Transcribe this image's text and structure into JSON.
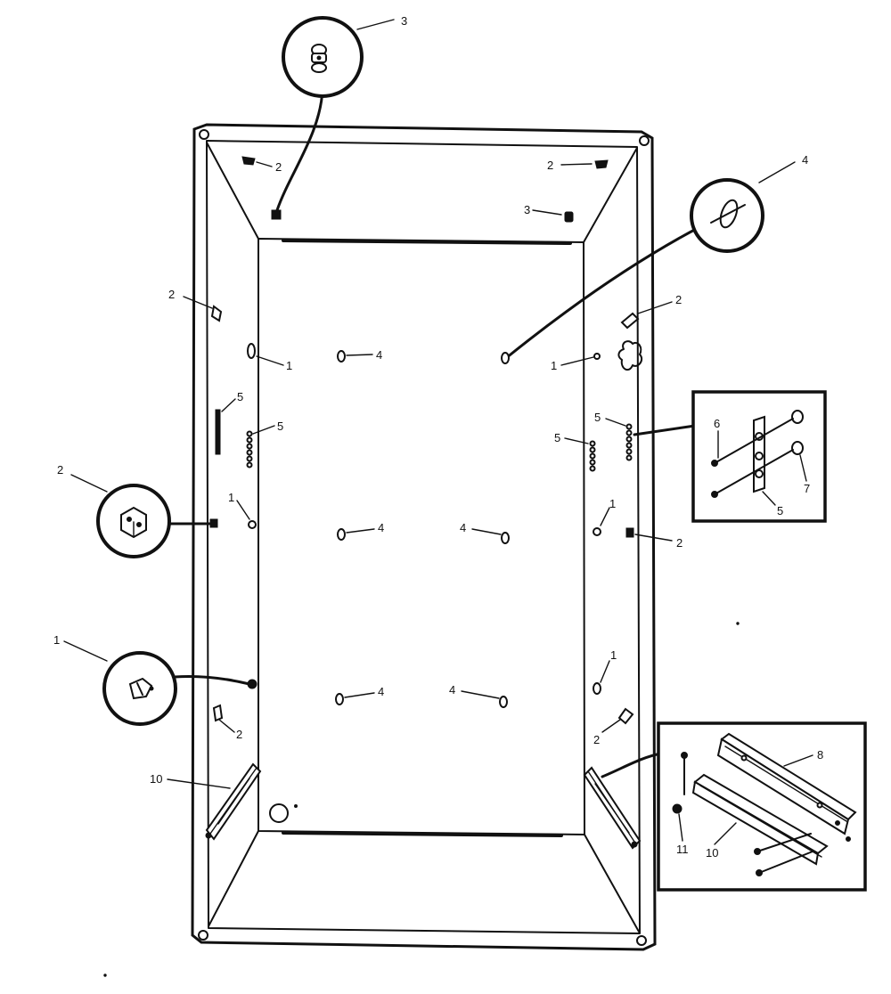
{
  "callouts": {
    "top_circle": "3",
    "right_circle": "4",
    "left_upper_circle": "2",
    "left_lower_circle": "1"
  },
  "top_panel": {
    "left_clip": "2",
    "right_clip": "2",
    "plug": "3"
  },
  "left_panel": {
    "clip_upper": "2",
    "hinge_upper": "1",
    "strip": "5",
    "strip_b": "5",
    "hinge_mid": "1",
    "clip_lower": "2",
    "rail": "10"
  },
  "back_panel": {
    "row1_left": "4",
    "row2_left": "4",
    "row2_right": "4",
    "row3_left": "4",
    "row3_right": "4"
  },
  "right_panel": {
    "clip_upper": "2",
    "hinge_upper": "1",
    "strip_a": "5",
    "strip_b": "5",
    "hinge_mid": "1",
    "clip_mid": "2",
    "hinge_lower": "1",
    "clip_lower": "2"
  },
  "inset_strip": {
    "screw_top": "6",
    "stud_right": "7",
    "strip": "5"
  },
  "inset_rail": {
    "rail_top": "8",
    "screw_left": "11",
    "rail_bottom": "10"
  }
}
